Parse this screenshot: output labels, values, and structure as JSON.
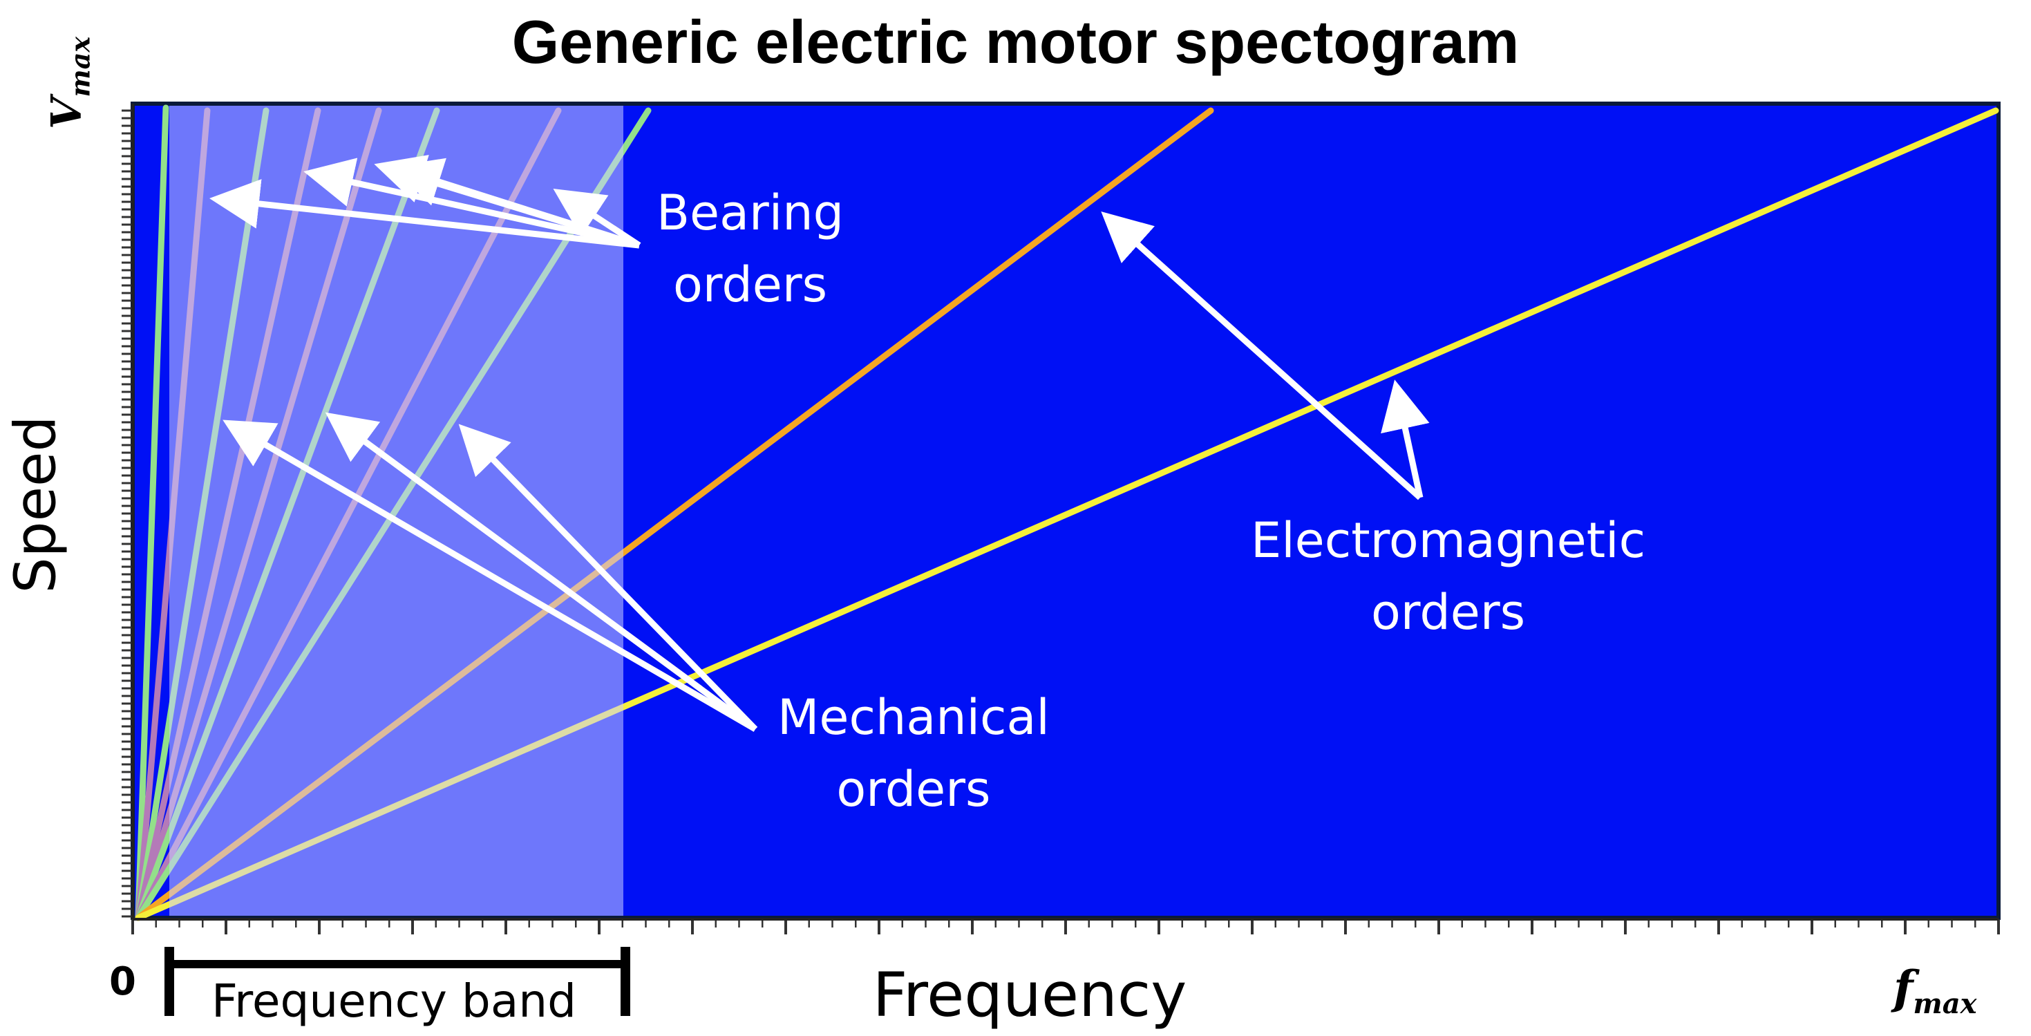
{
  "title": "Generic electric motor spectogram",
  "y_axis": {
    "label": "Speed",
    "max_label_main": "V",
    "max_label_sub": "max"
  },
  "x_axis": {
    "label": "Frequency",
    "zero_label": "0",
    "max_label_main": "f",
    "max_label_sub": "max"
  },
  "frequency_band": {
    "label": "Frequency band"
  },
  "annotations": {
    "bearing": [
      "Bearing",
      "orders"
    ],
    "mechanical": [
      "Mechanical",
      "orders"
    ],
    "electromagnetic": [
      "Electromagnetic",
      "orders"
    ]
  },
  "colors": {
    "background": "#0010f5",
    "band_overlay": "#8c94ff",
    "bearing_line": "#b47ab8",
    "mechanical_line": "#93e08a",
    "electromagnetic_high": "#f5a623",
    "electromagnetic_low": "#f5f03a",
    "arrow": "#ffffff"
  }
}
